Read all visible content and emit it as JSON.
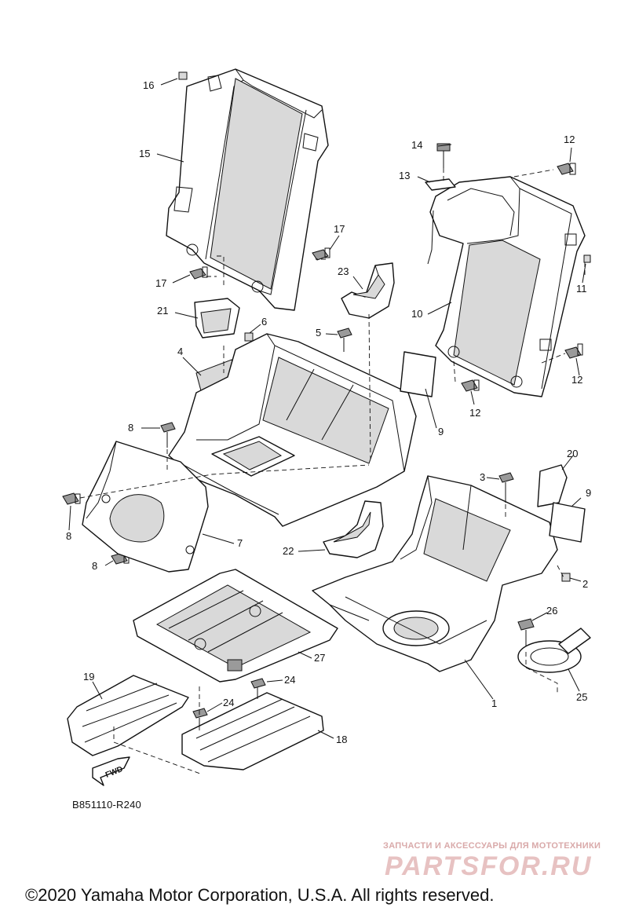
{
  "diagram_code": "B851110-R240",
  "fwd_label": "FWD",
  "copyright": "©2020 Yamaha Motor Corporation, U.S.A. All rights reserved.",
  "watermark": {
    "tagline": "ЗАПЧАСТИ И АКСЕССУАРЫ ДЛЯ МОТОТЕХНИКИ",
    "logo": "PARTSFOR.RU"
  },
  "callouts": {
    "c1": "1",
    "c2": "2",
    "c3": "3",
    "c4": "4",
    "c5": "5",
    "c6": "6",
    "c7": "7",
    "c8a": "8",
    "c8b": "8",
    "c8c": "8",
    "c9a": "9",
    "c9b": "9",
    "c10": "10",
    "c11": "11",
    "c12a": "12",
    "c12b": "12",
    "c12c": "12",
    "c13": "13",
    "c14": "14",
    "c15": "15",
    "c16": "16",
    "c17a": "17",
    "c17b": "17",
    "c18": "18",
    "c19": "19",
    "c20": "20",
    "c21": "21",
    "c22": "22",
    "c23": "23",
    "c24a": "24",
    "c24b": "24",
    "c25": "25",
    "c26": "26",
    "c27": "27"
  }
}
